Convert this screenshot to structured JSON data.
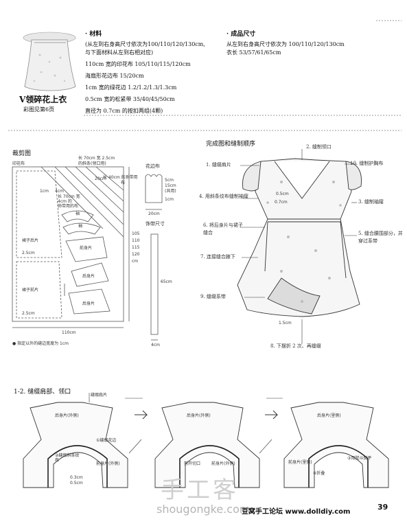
{
  "header": {
    "title": "V领碎花上衣",
    "subtitle": "彩图见第6页"
  },
  "materials": {
    "heading": "· 材料",
    "lines": [
      "(从左到右身高尺寸依次为100/110/120/130cm,",
      "与下面材料从左到右相对应)",
      "110cm 宽的印花布 105/110/115/120cm",
      "海扇形花边布 15/20cm",
      "1cm 宽的绿花边 1.2/1.2/1.3/1.3cm",
      "0.5cm 宽的松紧带 35/40/45/50cm",
      "直径为 0.7cm 的按扣两组(4颗)"
    ]
  },
  "size": {
    "heading": "· 成品尺寸",
    "lines": [
      "从左到右身高尺寸依次为 100/110/120/130cm",
      "衣长 53/57/61/65cm"
    ]
  },
  "cutting": {
    "title": "裁剪图",
    "fabric_label": "印花布",
    "piece_labels": [
      "裙子后片",
      "裙子前片",
      "袖",
      "袖",
      "前身片",
      "后身片",
      "后身片"
    ],
    "dims": [
      "2.5cm",
      "2.5cm",
      "1cm",
      "20cm",
      "4cm",
      "105",
      "110",
      "115",
      "120",
      "cm",
      "110cm"
    ],
    "notes": [
      "长 70cm 宽 2.5cm",
      "的斜条(领口用)",
      "长 70cm 宽",
      "4cm 的",
      "饰带用的布",
      "长 40cm 的系带用",
      "布"
    ],
    "footnote": "● 指定以外的缝边宽度为 1cm"
  },
  "lace": {
    "title": "花边布",
    "dims": [
      "15cm",
      "(共用)",
      "20cm",
      "5cm",
      "1cm"
    ],
    "strap_title": "饰带尺寸",
    "strap_dims": [
      "65cm",
      "4cm"
    ]
  },
  "finished": {
    "title": "完成图和缝制顺序",
    "steps": [
      "1. 缝缀肩片",
      "2. 缝制领口",
      "3. 缝制袖窿",
      "4. 用斜条纹布缝制袖窿",
      "5. 缝合腰围部分，并穿过系带",
      "6. 将后身片与裙子缝合",
      "7. 连接缝合腋下",
      "8. 下摆折 2 次、再缝缀",
      "9. 缝缀系带",
      "10. 缝制护胸布"
    ],
    "dims": [
      "0.7cm",
      "0.5cm",
      "1.5cm"
    ]
  },
  "section2": {
    "title": "1-2. 缝缀肩部、领口",
    "labels": {
      "shoulder": "缝缀肩片",
      "back_outer_1": "后身片(外侧)",
      "back_outer_2": "后身片(外侧)",
      "back_inner": "后身片(里侧)",
      "green_trim": "①缝缀花边",
      "bias": "②缝缀斜条纹布",
      "front_outer_1": "前身片(外侧)",
      "front_outer_2": "前身片(外侧)",
      "front_inner": "前身片(里侧)",
      "clip": "剪开切口",
      "fold": "④折叠",
      "stitch": "③用熨斗熨平",
      "d1": "0.3cm",
      "d2": "0.5cm"
    }
  },
  "footer": {
    "page": "39",
    "watermark_brand": "手工客",
    "watermark_url": "shougongke.com",
    "forum": "豆窝手工论坛 www.dolldiy.com"
  }
}
